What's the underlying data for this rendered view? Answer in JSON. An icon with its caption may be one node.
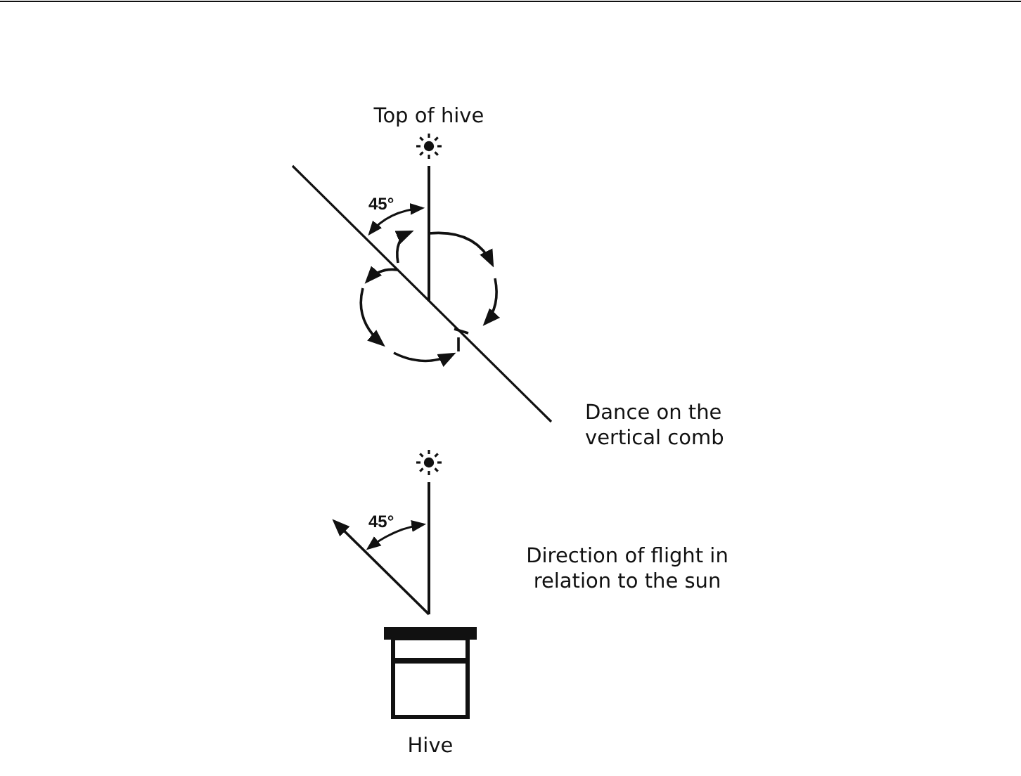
{
  "diagram": {
    "nodes": [
      {
        "text": [
          "Hive"
        ]
      }
    ],
    "labels": [
      "Top of hive",
      "45°",
      "Dance on the vertical comb",
      "45°",
      "Direction of flight in relation to the sun"
    ]
  }
}
